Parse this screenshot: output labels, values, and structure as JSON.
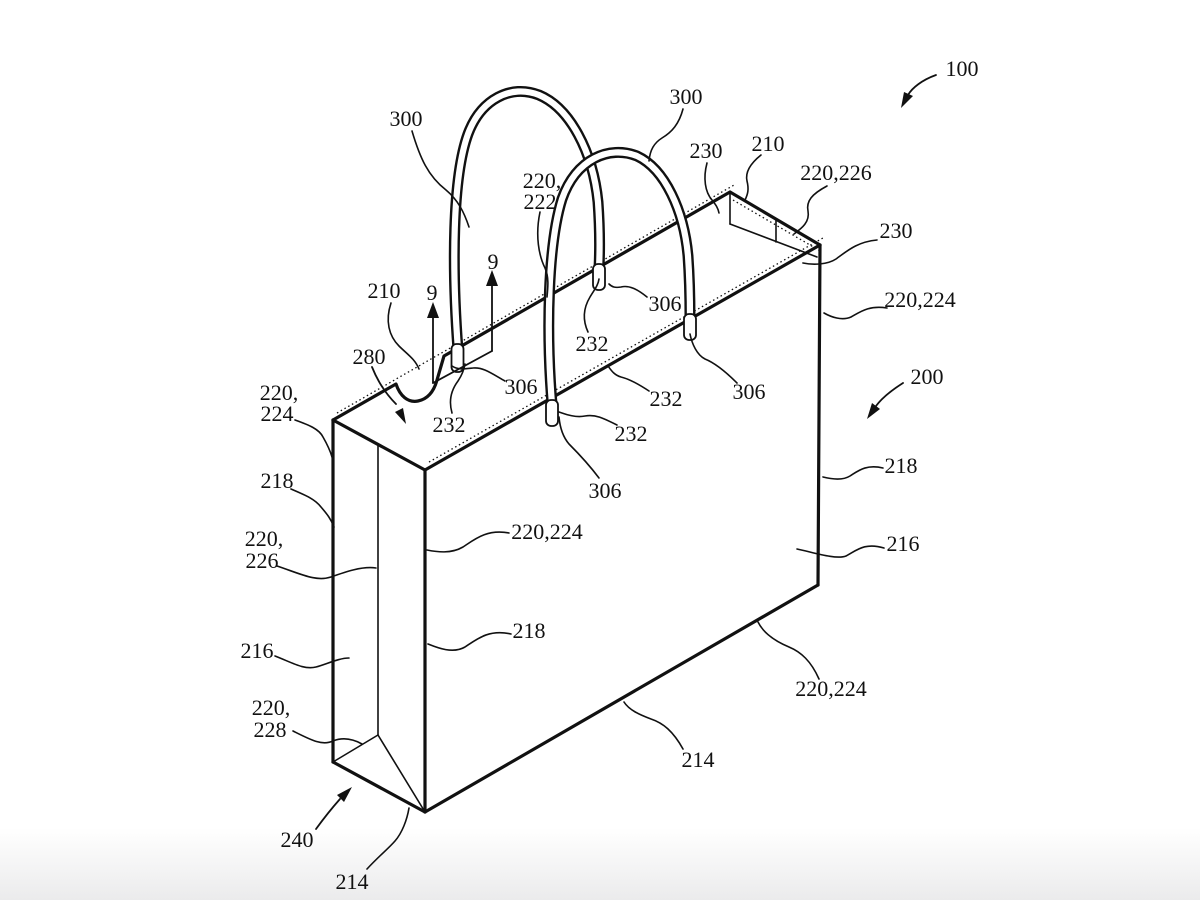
{
  "style": {
    "background": "#ffffff",
    "ink": "#111111"
  },
  "callouts": [
    {
      "id": "100",
      "text": "100"
    },
    {
      "id": "300-left",
      "text": "300"
    },
    {
      "id": "300-right",
      "text": "300"
    },
    {
      "id": "230-top",
      "text": "230"
    },
    {
      "id": "210-top-right",
      "text": "210"
    },
    {
      "id": "220-226-top-right",
      "text": "220,226"
    },
    {
      "id": "230-right",
      "text": "230"
    },
    {
      "id": "220-224-right",
      "text": "220,224"
    },
    {
      "id": "200",
      "text": "200"
    },
    {
      "id": "218-right",
      "text": "218"
    },
    {
      "id": "216-right",
      "text": "216"
    },
    {
      "id": "220-224-bottom-right",
      "text": "220,224"
    },
    {
      "id": "214-bottom",
      "text": "214"
    },
    {
      "id": "214-bottom-left",
      "text": "214"
    },
    {
      "id": "240",
      "text": "240"
    },
    {
      "id": "220-228-left",
      "lines": [
        "220,",
        "228"
      ]
    },
    {
      "id": "216-left",
      "text": "216"
    },
    {
      "id": "220-226-left",
      "lines": [
        "220,",
        "226"
      ]
    },
    {
      "id": "218-left",
      "text": "218"
    },
    {
      "id": "220-224-left",
      "lines": [
        "220,",
        "224"
      ]
    },
    {
      "id": "280",
      "text": "280"
    },
    {
      "id": "210-left",
      "text": "210"
    },
    {
      "id": "9-left",
      "text": "9"
    },
    {
      "id": "9-right",
      "text": "9"
    },
    {
      "id": "220-222",
      "lines": [
        "220,",
        "222"
      ]
    },
    {
      "id": "306-inner-left",
      "text": "306"
    },
    {
      "id": "232-left",
      "text": "232"
    },
    {
      "id": "232-inner",
      "text": "232"
    },
    {
      "id": "306-upper-right",
      "text": "306"
    },
    {
      "id": "232-lower-middle",
      "text": "232"
    },
    {
      "id": "232-right",
      "text": "232"
    },
    {
      "id": "306-right",
      "text": "306"
    },
    {
      "id": "306-lower",
      "text": "306"
    },
    {
      "id": "218-center",
      "text": "218"
    },
    {
      "id": "220-224-center",
      "text": "220,224"
    }
  ]
}
